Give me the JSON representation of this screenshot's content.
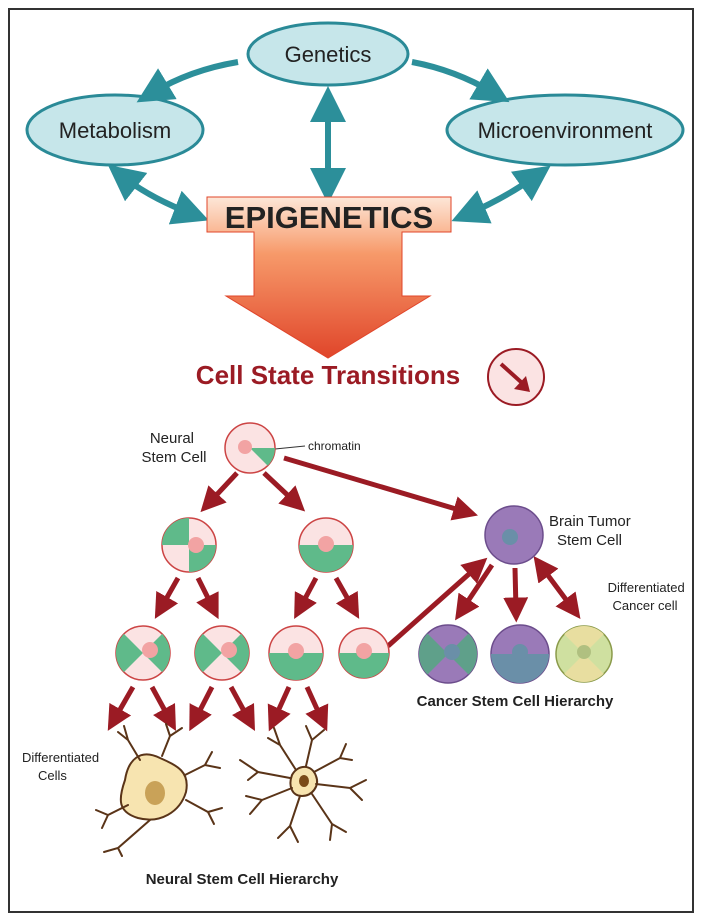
{
  "inputs": {
    "genetics": "Genetics",
    "metabolism": "Metabolism",
    "microenvironment": "Microenvironment"
  },
  "center": "EPIGENETICS",
  "outcome": "Cell State Transitions",
  "neural": {
    "stem_cell_label": [
      "Neural",
      "Stem Cell"
    ],
    "chromatin_label": "chromatin",
    "differentiated_label": [
      "Differentiated",
      "Cells"
    ],
    "hierarchy_title": "Neural Stem Cell Hierarchy"
  },
  "cancer": {
    "stem_cell_label": [
      "Brain Tumor",
      "Stem Cell"
    ],
    "differentiated_label": [
      "Differentiated",
      "Cancer cell"
    ],
    "hierarchy_title": "Cancer Stem Cell Hierarchy"
  },
  "colors": {
    "node_fill": "#c6e6ea",
    "node_stroke": "#2a8a97",
    "teal_arrow": "#2c8f9a",
    "dark_red": "#9b1b24",
    "cell_pink": "#fbe3e3",
    "cell_green": "#5fba8a",
    "cell_purple": "#9a7ab8",
    "neuron_fill": "#f7e4b0"
  }
}
